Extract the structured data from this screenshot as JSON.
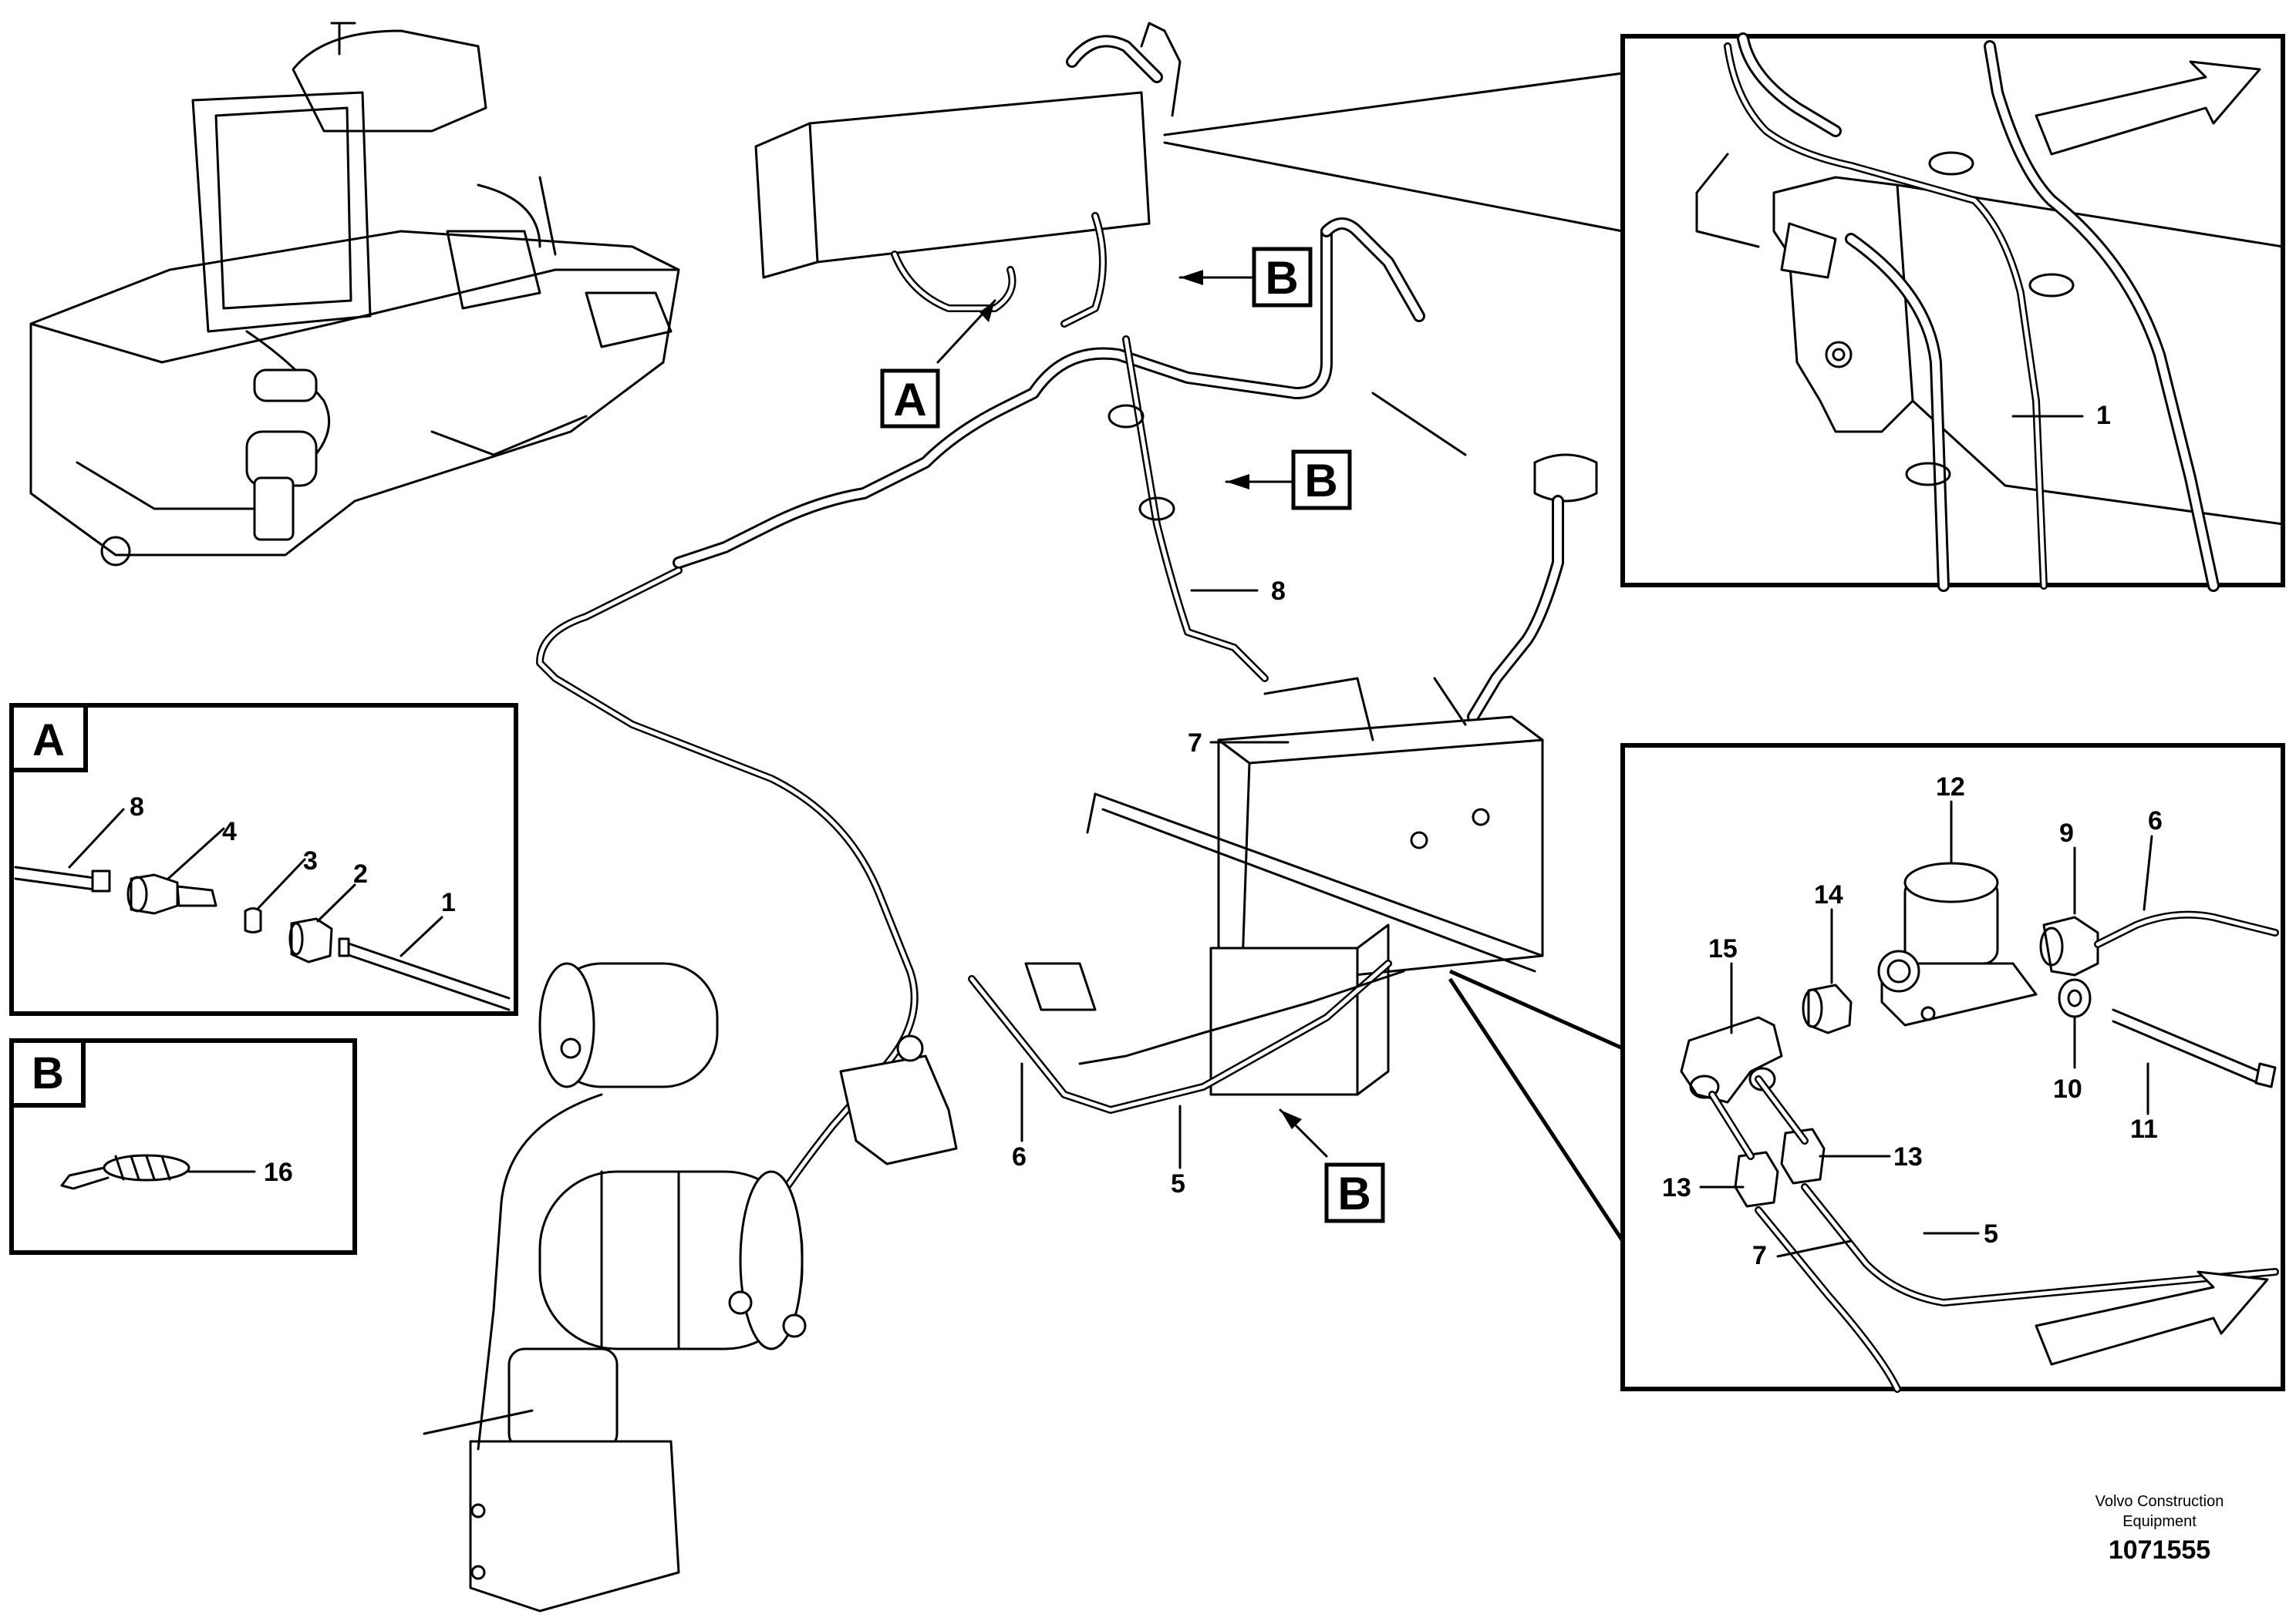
{
  "callouts": {
    "main_B_1": "B",
    "main_A": "A",
    "main_B_2": "B",
    "main_B_3": "B",
    "main_8": "8",
    "main_7": "7",
    "main_6": "6",
    "main_5": "5"
  },
  "panel_A": {
    "letter": "A",
    "labels": [
      "8",
      "4",
      "3",
      "2",
      "1"
    ]
  },
  "panel_B": {
    "letter": "B",
    "labels": [
      "16"
    ]
  },
  "detail_top": {
    "labels": [
      "1"
    ]
  },
  "detail_right": {
    "labels": [
      "12",
      "6",
      "9",
      "14",
      "15",
      "10",
      "11",
      "13",
      "13",
      "5",
      "7"
    ]
  },
  "credit": {
    "line1": "Volvo Construction",
    "line2": "Equipment",
    "doc_number": "1071555"
  }
}
